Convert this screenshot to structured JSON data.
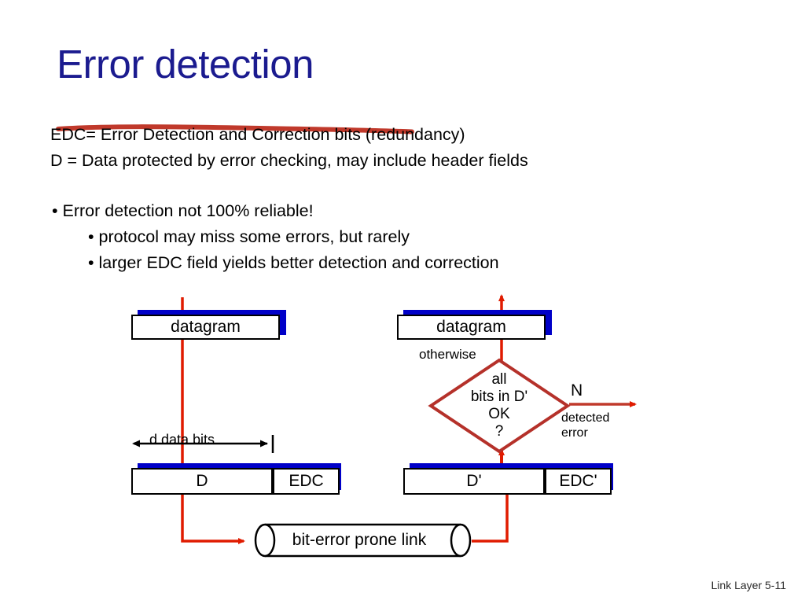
{
  "slide": {
    "title": "Error detection",
    "footer": "Link Layer  5-11"
  },
  "definitions": {
    "edc": "EDC= Error Detection and Correction bits (redundancy)",
    "d": "D    = Data protected by error checking, may include header fields"
  },
  "bullets": {
    "level1": "• Error detection not 100% reliable!",
    "level2_a": "• protocol may miss some errors, but rarely",
    "level2_b": "• larger EDC field yields better detection and correction"
  },
  "diagram": {
    "datagram_left": "datagram",
    "datagram_right": "datagram",
    "bar_left": {
      "data": "D",
      "edc": "EDC"
    },
    "bar_right": {
      "data": "D'",
      "edc": "EDC'"
    },
    "decision": {
      "line1": "all",
      "line2": "bits in D'",
      "line3": "OK",
      "line4": "?"
    },
    "labels": {
      "otherwise": "otherwise",
      "branch_no": "N",
      "detected_error_line1": "detected",
      "detected_error_line2": "error",
      "d_data_bits": "d data bits",
      "link": "bit-error prone link"
    }
  },
  "colors": {
    "title_blue": "#1b1b8f",
    "underline_red": "#c0392b",
    "arrow_red": "#e01b00",
    "diamond_red": "#b5312a",
    "shadow_blue": "#0000c8",
    "box_border": "#000000",
    "background": "#ffffff"
  }
}
